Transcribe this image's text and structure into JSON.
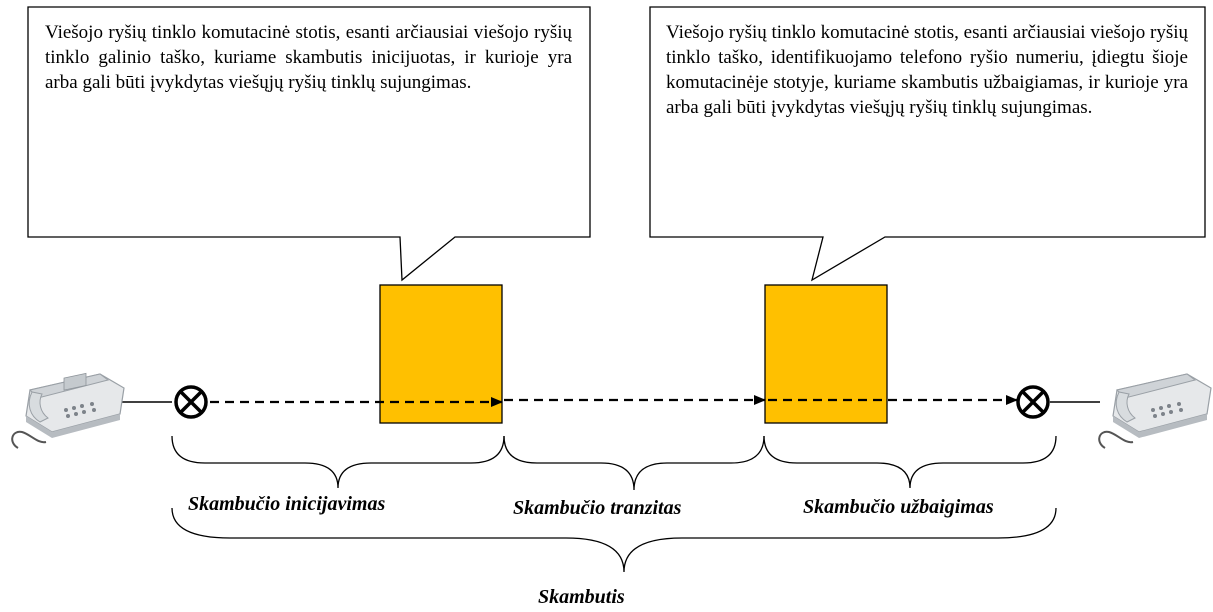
{
  "callouts": {
    "left": "Viešojo ryšių tinklo komutacinė stotis, esanti arčiausiai viešojo ryšių tinklo galinio taško, kuriame skambutis inicijuotas, ir kurioje yra arba gali būti įvykdytas viešųjų ryšių tinklų sujungimas.",
    "right": "Viešojo ryšių tinklo komutacinė stotis, esanti arčiausiai viešojo ryšių tinklo taško, identifikuojamo telefono ryšio numeriu, įdiegtu šioje komutacinėje stotyje, kuriame skambutis užbaigiamas, ir kurioje yra arba gali būti įvykdytas viešųjų ryšių tinklų sujungimas."
  },
  "segments": {
    "initiation": "Skambučio inicijavimas",
    "transit": "Skambučio tranzitas",
    "termination": "Skambučio užbaigimas"
  },
  "total_label": "Skambutis",
  "colors": {
    "exchange_fill": "#FFC000",
    "line": "#000000",
    "phone_body": "#e6e8ea"
  },
  "icons": {
    "left_phone": "desk-telephone-icon",
    "right_phone": "desk-telephone-icon",
    "endpoint": "circled-x-icon"
  }
}
